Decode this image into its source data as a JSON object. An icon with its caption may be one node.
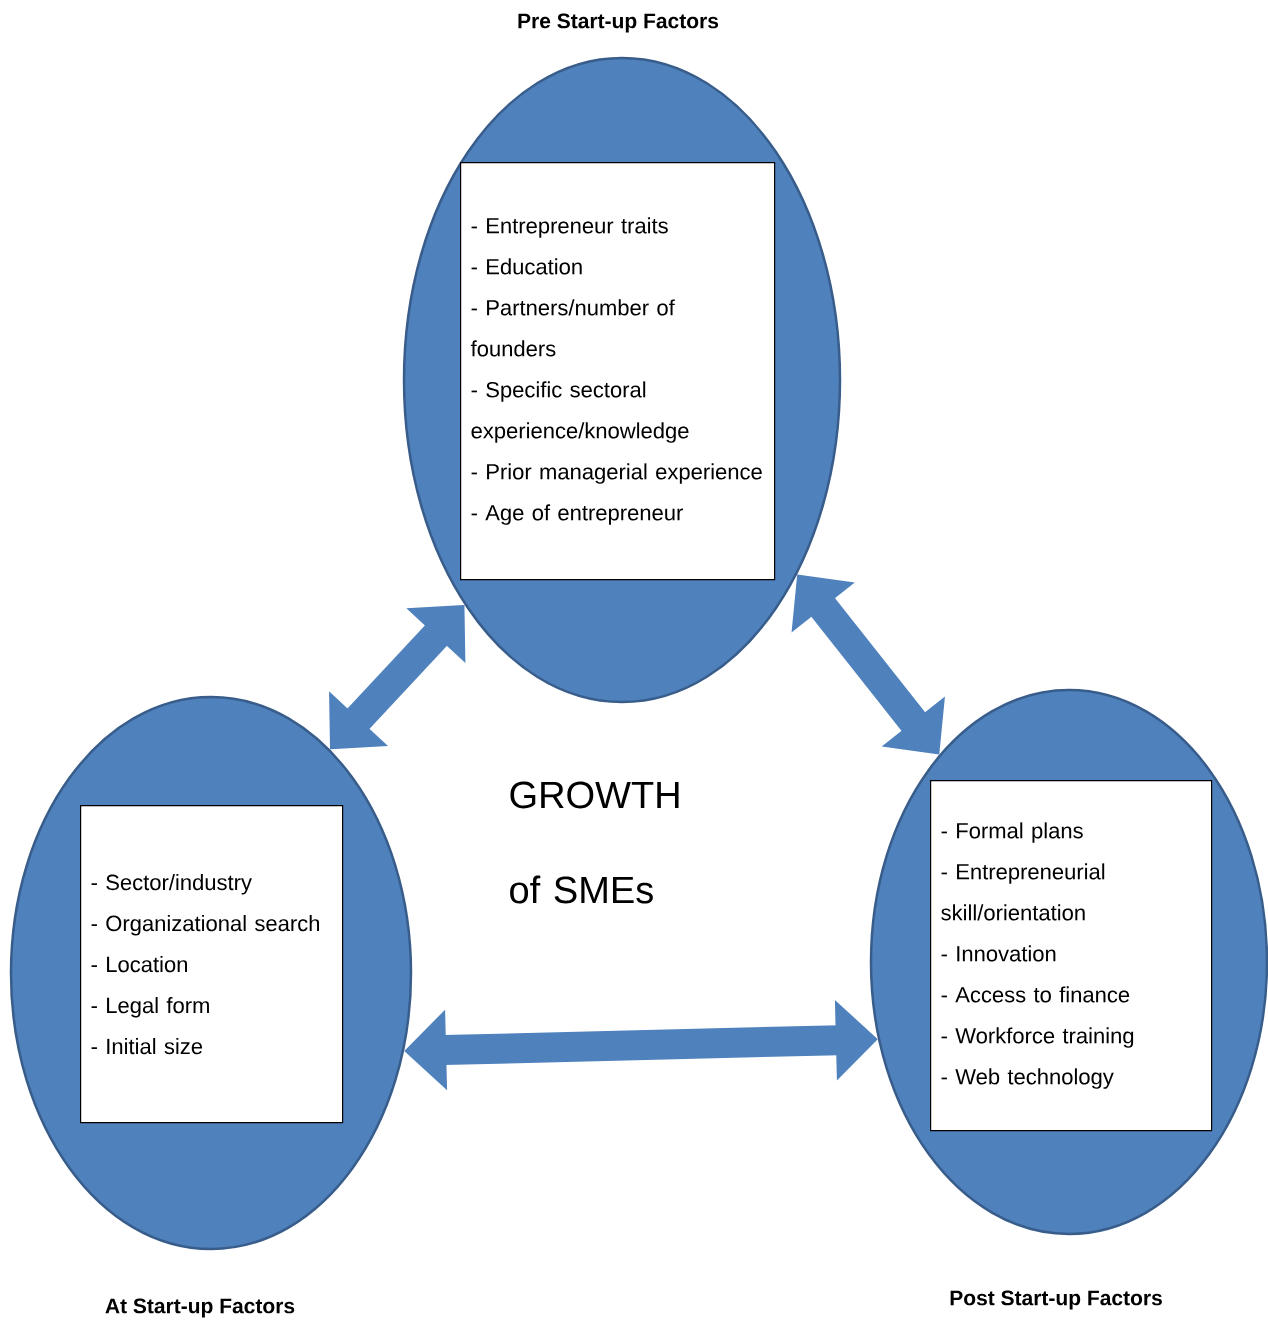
{
  "diagram": {
    "nodes": [
      {
        "text": [
          "Pre Start-up Factors"
        ]
      },
      {
        "text": [
          "- Entrepreneur traits",
          "- Education",
          "- Partners/number of founders",
          "- Specific sectoral experience/knowledge",
          "- Prior managerial experience",
          "- Age of entrepreneur"
        ],
        "in": 0
      },
      {
        "text": [
          "At Start-up Factors"
        ]
      },
      {
        "text": [
          "- Sector/industry",
          "- Organizational search",
          "- Location",
          "- Legal form",
          "- Initial size"
        ],
        "in": 2
      },
      {
        "text": [
          "Post Start-up Factors"
        ]
      },
      {
        "text": [
          "- Formal plans",
          "- Entrepreneurial skill/orientation",
          "- Innovation",
          "- Access to finance",
          "- Workforce training",
          "- Web technology"
        ],
        "in": 4
      }
    ],
    "edges": [
      {
        "from": 0,
        "to": 2,
        "arrow": "both"
      },
      {
        "from": 0,
        "to": 4,
        "arrow": "both"
      },
      {
        "from": 2,
        "to": 4,
        "arrow": "both"
      }
    ],
    "labels": [
      "GROWTH of SMEs"
    ]
  }
}
